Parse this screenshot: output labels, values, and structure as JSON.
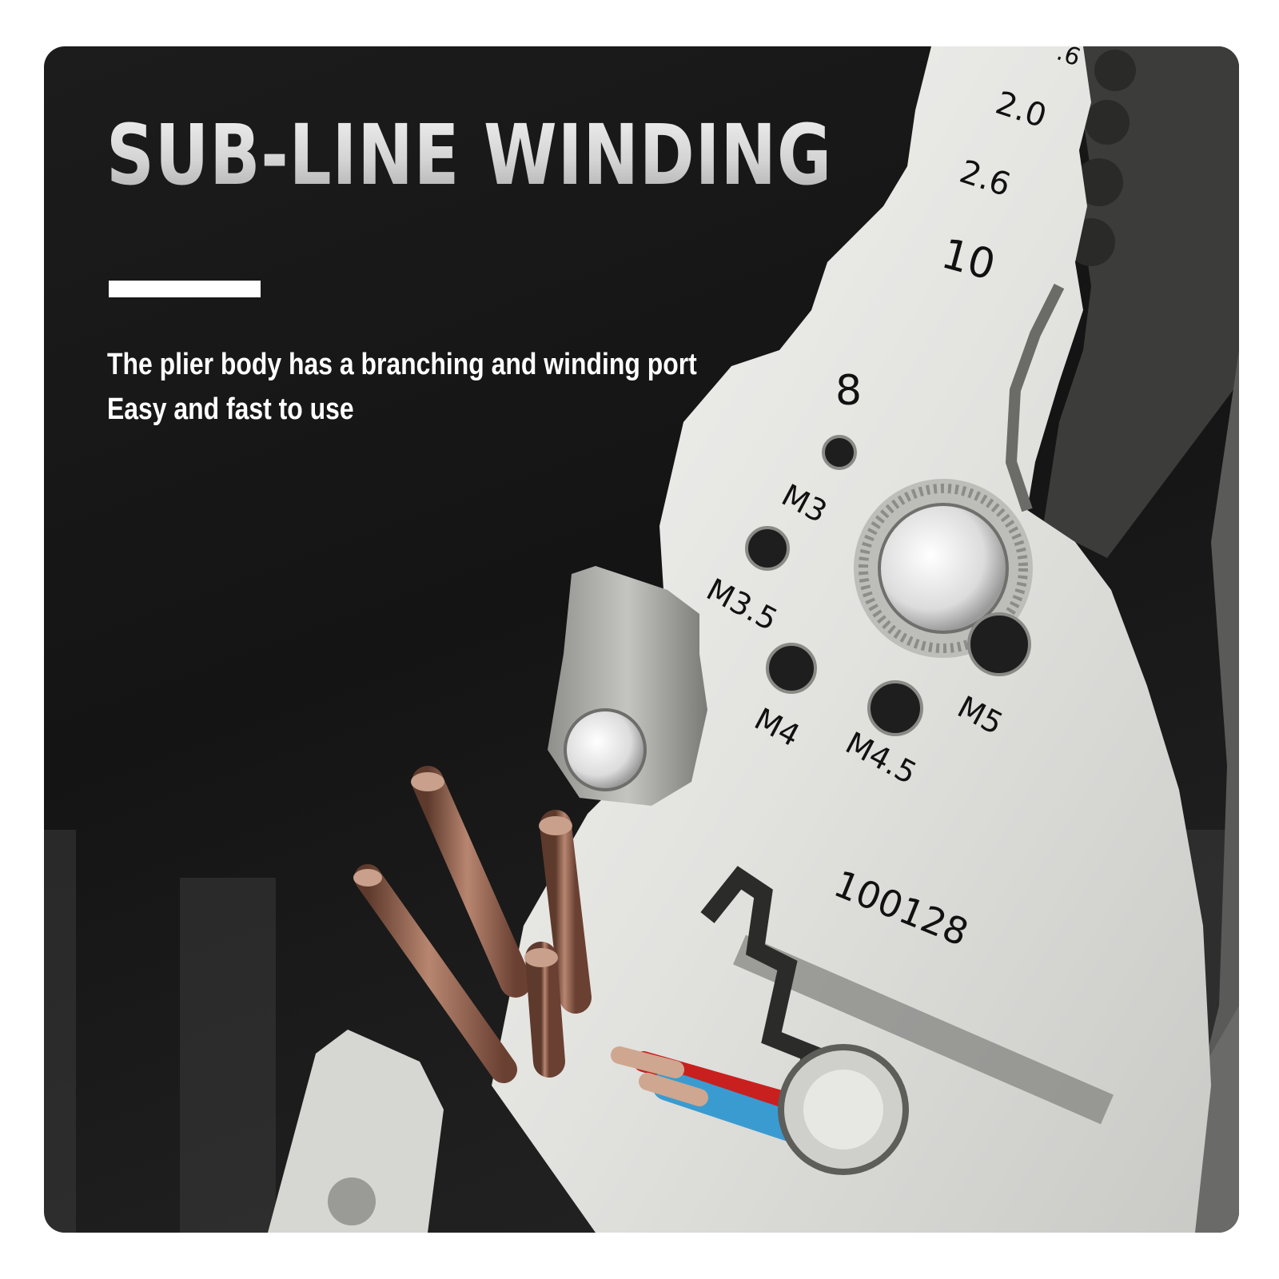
{
  "headline": "SUB-LINE WINDING",
  "description": {
    "line1": "The plier body has a branching and winding port",
    "line2": "Easy and fast to use"
  },
  "blade_markings": {
    "gauge_top": ".6",
    "gauge_2_0": "2.0",
    "gauge_2_6": "2.6",
    "gauge_10": "10",
    "gauge_8": "8",
    "m3": "M3",
    "m3_5": "M3.5",
    "m4": "M4",
    "m4_5": "M4.5",
    "m5": "M5",
    "model_number": "100128"
  },
  "colors": {
    "background": "#1a1a1a",
    "steel": "#e6e6e4",
    "copper": "#9b6a52",
    "wire_red": "#c8201f",
    "wire_blue": "#3a9bd1"
  }
}
